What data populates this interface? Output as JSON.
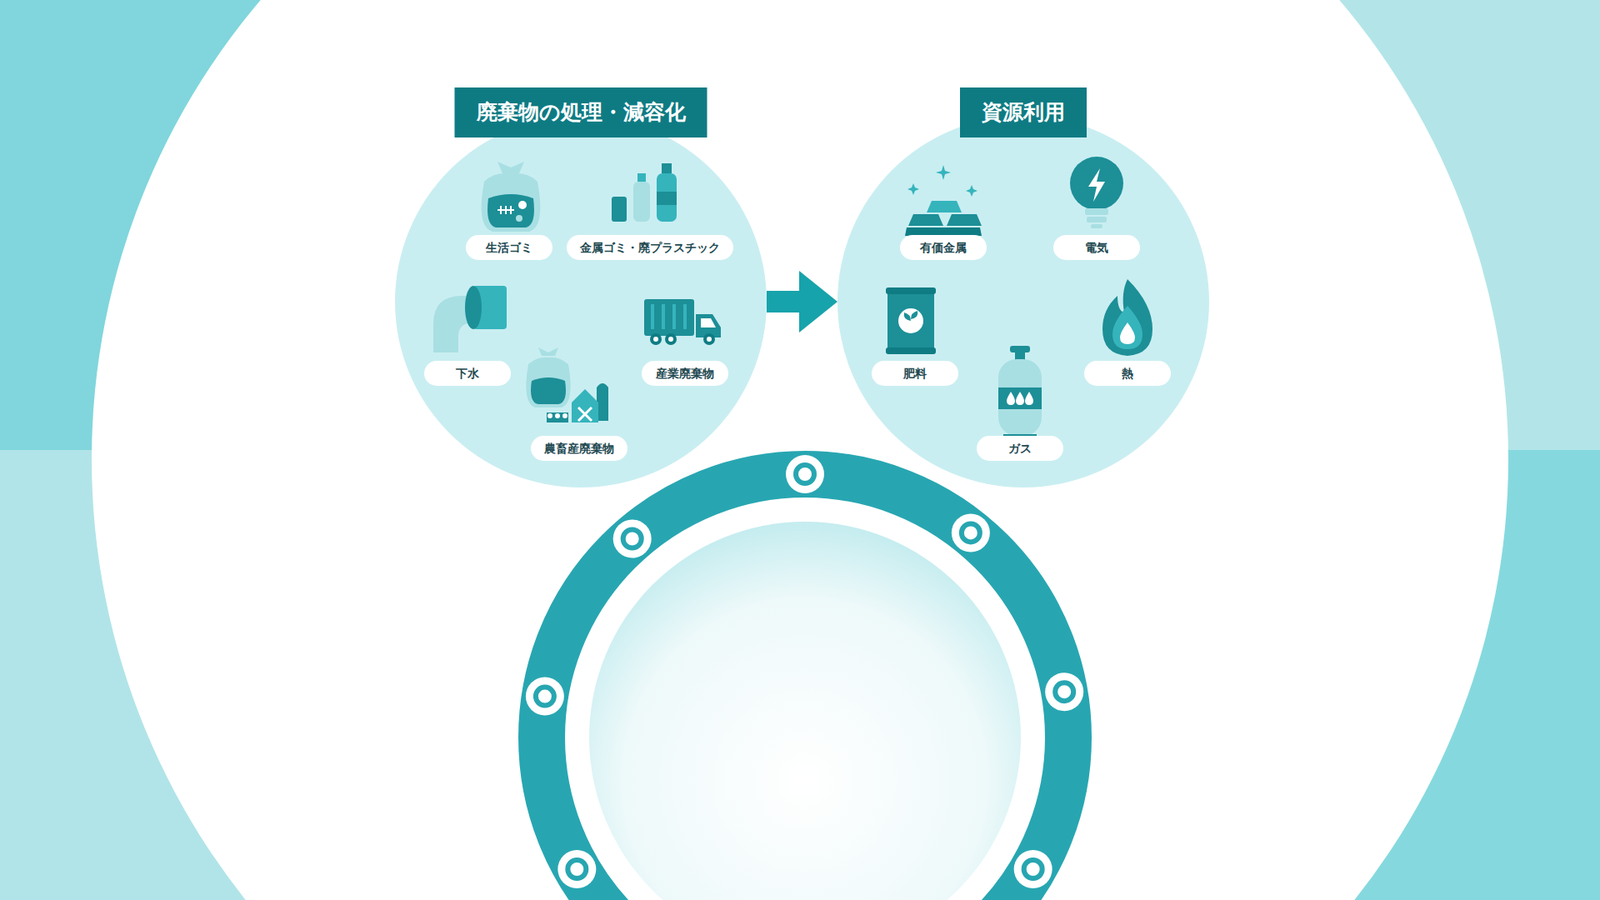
{
  "diagram": {
    "nodes": [
      {
        "text": [
          "廃棄物の処理・減容化"
        ]
      },
      {
        "text": [
          "生活ゴミ"
        ],
        "in": 0
      },
      {
        "text": [
          "金属ゴミ・廃プラスチック"
        ],
        "in": 0
      },
      {
        "text": [
          "下水"
        ],
        "in": 0
      },
      {
        "text": [
          "産業廃棄物"
        ],
        "in": 0
      },
      {
        "text": [
          "農畜産廃棄物"
        ],
        "in": 0
      },
      {
        "text": [
          "資源利用"
        ]
      },
      {
        "text": [
          "有価金属"
        ],
        "in": 6
      },
      {
        "text": [
          "電気"
        ],
        "in": 6
      },
      {
        "text": [
          "肥料"
        ],
        "in": 6
      },
      {
        "text": [
          "熱"
        ],
        "in": 6
      },
      {
        "text": [
          "ガス"
        ],
        "in": 6
      }
    ],
    "edges": [
      {
        "from": 0,
        "to": 6,
        "arrow": "to"
      }
    ]
  }
}
